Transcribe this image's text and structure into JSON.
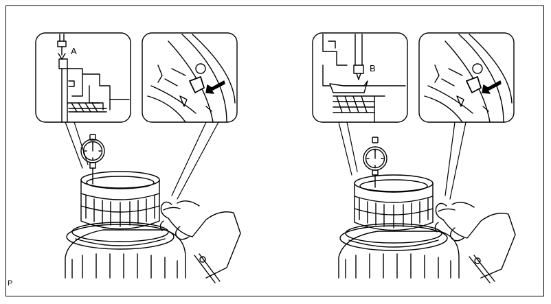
{
  "figure": {
    "label_a": "A",
    "label_b": "B",
    "corner_code": "P"
  },
  "colors": {
    "line": "#000000",
    "background": "#ffffff"
  }
}
